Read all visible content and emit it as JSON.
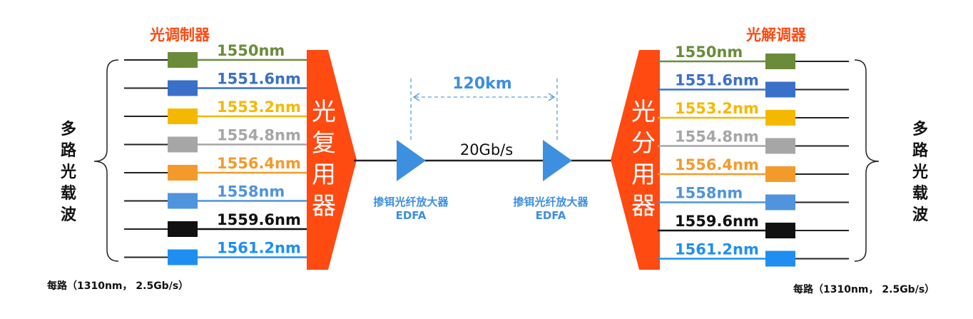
{
  "left_block": {
    "title": "光调制器",
    "mux_label": [
      "光",
      "复",
      "用",
      "器"
    ],
    "side_label": [
      "多",
      "路",
      "光",
      "载",
      "波"
    ],
    "footer": "每路（1310nm， 2.5Gb/s）"
  },
  "right_block": {
    "title": "光解调器",
    "mux_label": [
      "光",
      "分",
      "用",
      "器"
    ],
    "side_label": [
      "多",
      "路",
      "光",
      "载",
      "波"
    ],
    "footer": "每路（1310nm， 2.5Gb/s）"
  },
  "channels": [
    {
      "wavelength": "1550nm",
      "color": "#6a8c3a"
    },
    {
      "wavelength": "1551.6nm",
      "color": "#3a70c8"
    },
    {
      "wavelength": "1553.2nm",
      "color": "#f5b800"
    },
    {
      "wavelength": "1554.8nm",
      "color": "#a6a6a6"
    },
    {
      "wavelength": "1556.4nm",
      "color": "#f39a2b"
    },
    {
      "wavelength": "1558nm",
      "color": "#4f94dc"
    },
    {
      "wavelength": "1559.6nm",
      "color": "#111111"
    },
    {
      "wavelength": "1561.2nm",
      "color": "#1e8ff0"
    }
  ],
  "link": {
    "distance": "120km",
    "rate": "20Gb/s",
    "amplifiers": [
      {
        "name": "掺铒光纤放大器",
        "abbr": "EDFA"
      },
      {
        "name": "掺铒光纤放大器",
        "abbr": "EDFA"
      }
    ]
  },
  "colors": {
    "mux": "#ff4a12",
    "title": "#ff4a12",
    "amplifier": "#3d8fe0",
    "dashed": "#5aa0dc",
    "distance_text": "#3d8fe0"
  }
}
